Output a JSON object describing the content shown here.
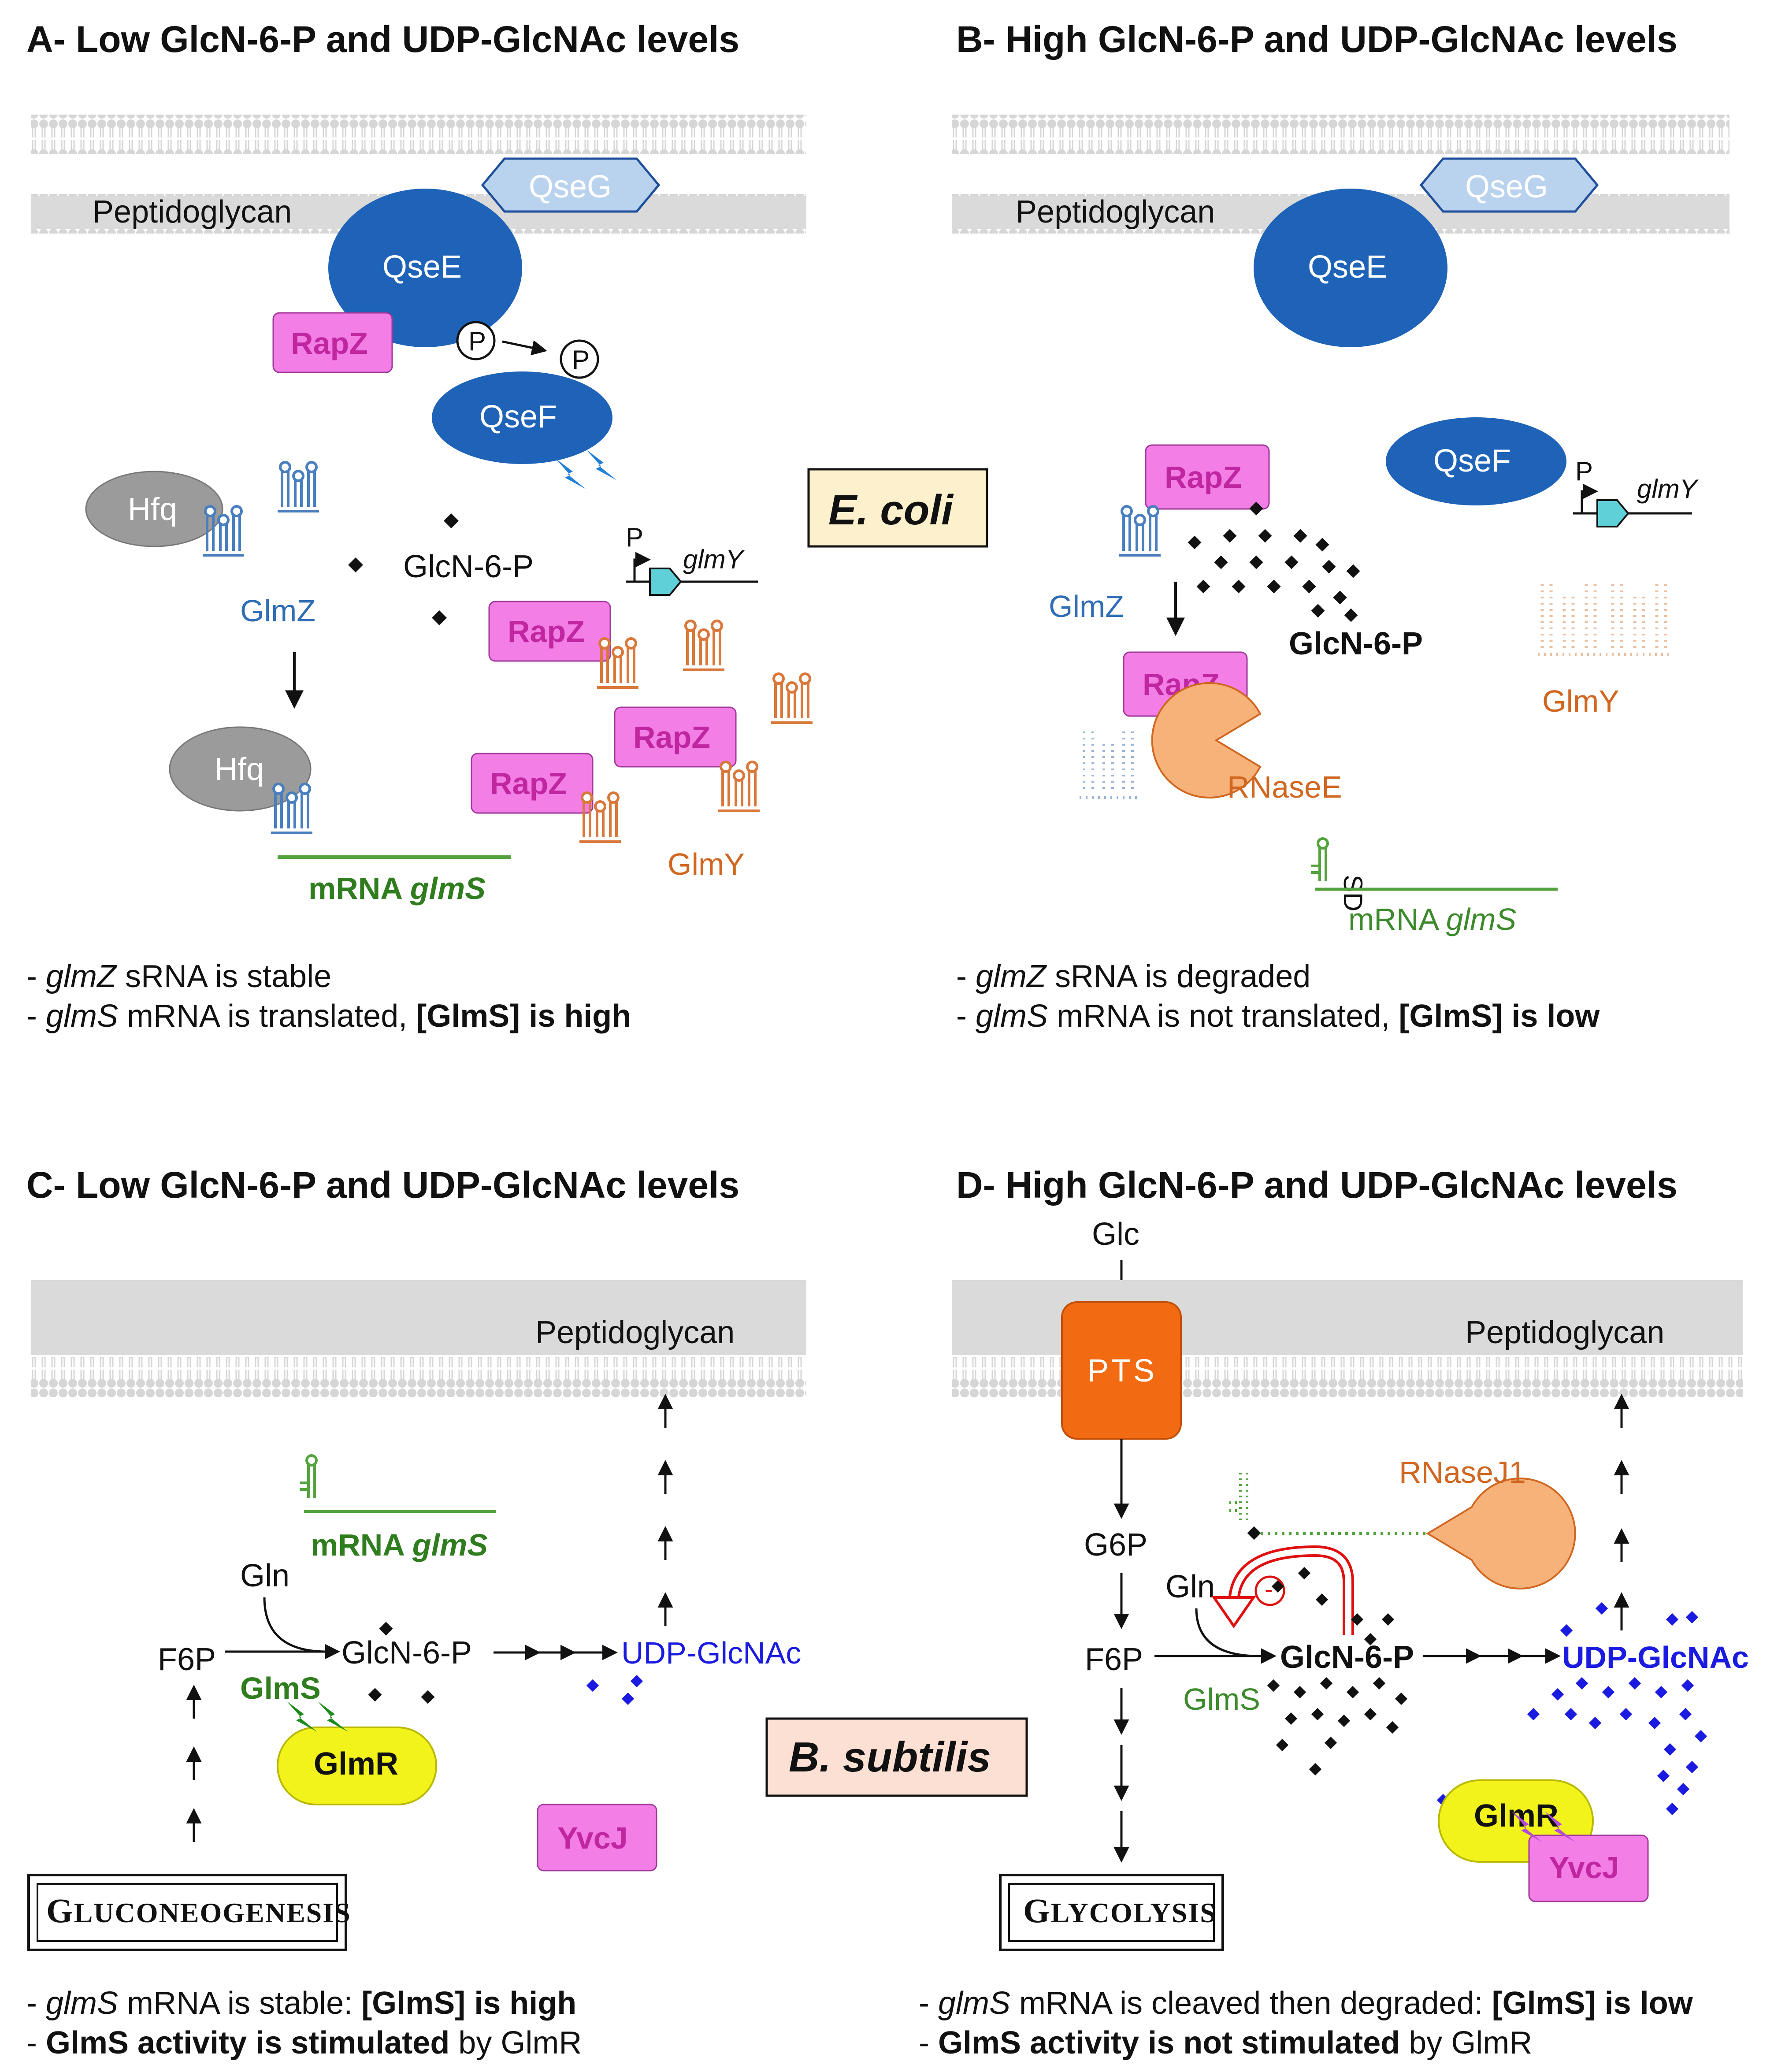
{
  "panels": {
    "a": {
      "title": "A- Low GlcN-6-P and UDP-GlcNAc levels",
      "peptidoglycan": "Peptidoglycan",
      "qseg": "QseG",
      "qsee": "QseE",
      "qsef": "QseF",
      "rapz": "RapZ",
      "phospho": "P",
      "hfq": "Hfq",
      "glmz": "GlmZ",
      "glcn6p": "GlcN-6-P",
      "promoter": "P",
      "glmy_gene": "glmY",
      "glmy": "GlmY",
      "mrna_prefix": "mRNA ",
      "mrna_gene": "glmS",
      "note1_gene": "glmZ",
      "note1_rest": " sRNA is stable",
      "note2_gene": "glmS",
      "note2_rest": " mRNA is translated, ",
      "note2_bold": "[GlmS] is high"
    },
    "b": {
      "title": "B- High GlcN-6-P and UDP-GlcNAc levels",
      "peptidoglycan": "Peptidoglycan",
      "qseg": "QseG",
      "qsee": "QseE",
      "qsef": "QseF",
      "rapz": "RapZ",
      "glmz": "GlmZ",
      "glcn6p": "GlcN-6-P",
      "rnasee": "RNaseE",
      "promoter": "P",
      "glmy_gene": "glmY",
      "glmy": "GlmY",
      "sd": "SD",
      "mrna_prefix": "mRNA ",
      "mrna_gene": "glmS",
      "note1_gene": "glmZ",
      "note1_rest": " sRNA is degraded",
      "note2_gene": "glmS",
      "note2_rest": " mRNA is not translated, ",
      "note2_bold": "[GlmS] is low"
    },
    "c": {
      "title": "C- Low GlcN-6-P and UDP-GlcNAc levels",
      "peptidoglycan": "Peptidoglycan",
      "mrna_prefix": "mRNA ",
      "mrna_gene": "glmS",
      "gln": "Gln",
      "f6p": "F6P",
      "glcn6p": "GlcN-6-P",
      "udp": "UDP-GlcNAc",
      "glms": "GlmS",
      "glmr": "GlmR",
      "yvcj": "YvcJ",
      "box_big": "G",
      "box_rest": "LUCONEOGENESIS",
      "note1_gene": "glmS",
      "note1_rest": " mRNA is stable: ",
      "note1_bold": "[GlmS] is high",
      "note2_bold": "GlmS activity is stimulated",
      "note2_rest": " by GlmR"
    },
    "d": {
      "title": "D- High GlcN-6-P and UDP-GlcNAc levels",
      "glc": "Glc",
      "pts": "PTS",
      "peptidoglycan": "Peptidoglycan",
      "g6p": "G6P",
      "gln": "Gln",
      "f6p": "F6P",
      "glms": "GlmS",
      "glcn6p": "GlcN-6-P",
      "udp": "UDP-GlcNAc",
      "rnasej1": "RNaseJ1",
      "minus": "-",
      "glmr": "GlmR",
      "yvcj": "YvcJ",
      "box_big": "G",
      "box_rest": "LYCOLYSIS",
      "note1_gene": "glmS",
      "note1_rest": " mRNA is cleaved then degraded: ",
      "note1_bold": "[GlmS] is low",
      "note2_bold": "GlmS activity is not stimulated",
      "note2_rest": " by GlmR"
    }
  },
  "species": {
    "ecoli": "E. coli",
    "bsub": "B. subtilis"
  },
  "note_dash": "- ",
  "colors": {
    "qse_blue": "#1f63b8",
    "qseg_light": "#b9d2ee",
    "rapz_pink": "#f27ee6",
    "hfq_gray": "#9b9b9b",
    "glmz_blue": "#4a7fbf",
    "glmy_orange": "#d9783a",
    "mrna_green": "#55a33f",
    "glmr_yellow": "#f3f31c",
    "pts_orange": "#f26a12",
    "rnase_orange": "#f7b27a",
    "udp_blue": "#1a1ae0",
    "peptidoglycan_gray": "#dadada"
  }
}
